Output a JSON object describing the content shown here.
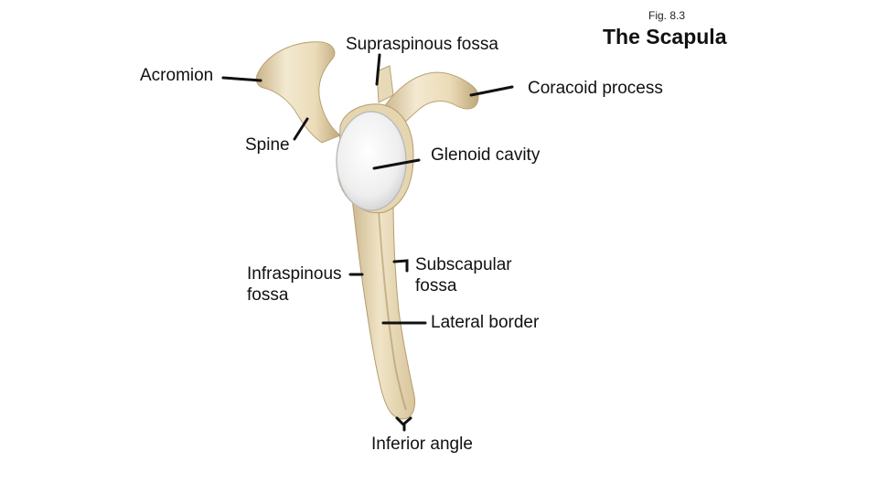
{
  "figure": {
    "fig_number": "Fig. 8.3",
    "title": "The Scapula"
  },
  "labels": {
    "supraspinous_fossa": "Supraspinous fossa",
    "acromion": "Acromion",
    "coracoid_process": "Coracoid process",
    "spine": "Spine",
    "glenoid_cavity": "Glenoid cavity",
    "infraspinous_fossa_line1": "Infraspinous",
    "infraspinous_fossa_line2": "fossa",
    "subscapular_fossa_line1": "Subscapular",
    "subscapular_fossa_line2": "fossa",
    "lateral_border": "Lateral border",
    "inferior_angle": "Inferior angle"
  },
  "colors": {
    "bone": "#ece0c2",
    "bone_shadow": "#c8b48a",
    "bone_highlight": "#f8f1de",
    "cartilage": "#f2f2f2",
    "leader_line": "#111111"
  }
}
